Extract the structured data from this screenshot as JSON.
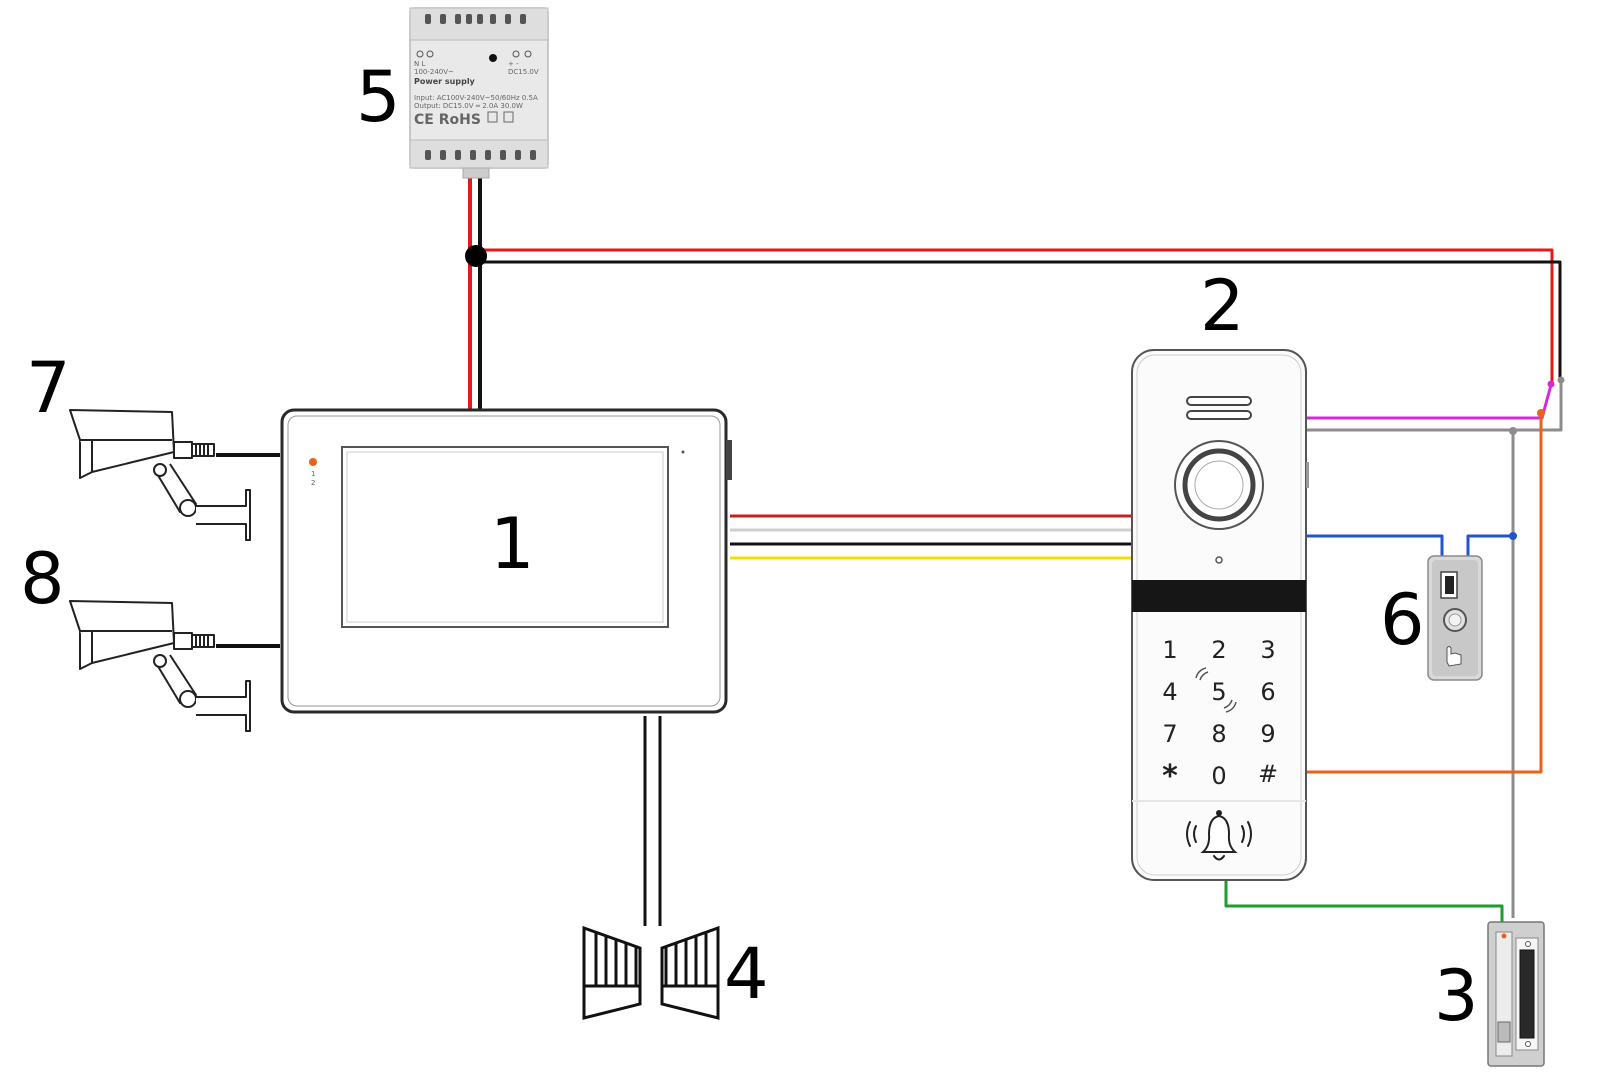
{
  "labels": {
    "monitor": "1",
    "outdoor_station": "2",
    "electric_strike": "3",
    "gate": "4",
    "power_supply": "5",
    "exit_button": "6",
    "camera_1": "7",
    "camera_2": "8"
  },
  "power_supply": {
    "title": "Power supply",
    "input": "Input:   AC100V-240V~50/60Hz 0.5A",
    "output": "Output:  DC15.0V ═ 2.0A 30.0W",
    "marks": "CE RoHS",
    "term_left": "N  L",
    "term_left_sub": "100-240V~",
    "term_right": "+  -",
    "term_right_sub": "DC15.0V"
  },
  "keypad": {
    "keys": [
      "1",
      "2",
      "3",
      "4",
      "5",
      "6",
      "7",
      "8",
      "9",
      "*",
      "0",
      "#"
    ]
  },
  "wire_colors": {
    "red": "#e01b1b",
    "black": "#111111",
    "white": "#d8d8d8",
    "yellow": "#f2e000",
    "magenta": "#d62ad6",
    "gray": "#8c8c8c",
    "blue": "#2255cc",
    "orange": "#e8621a",
    "green": "#1e9e2e"
  },
  "icons": {
    "bell": "bell-icon",
    "nfc": "nfc-icon",
    "camera": "camera-icon",
    "gate": "gate-icon"
  }
}
